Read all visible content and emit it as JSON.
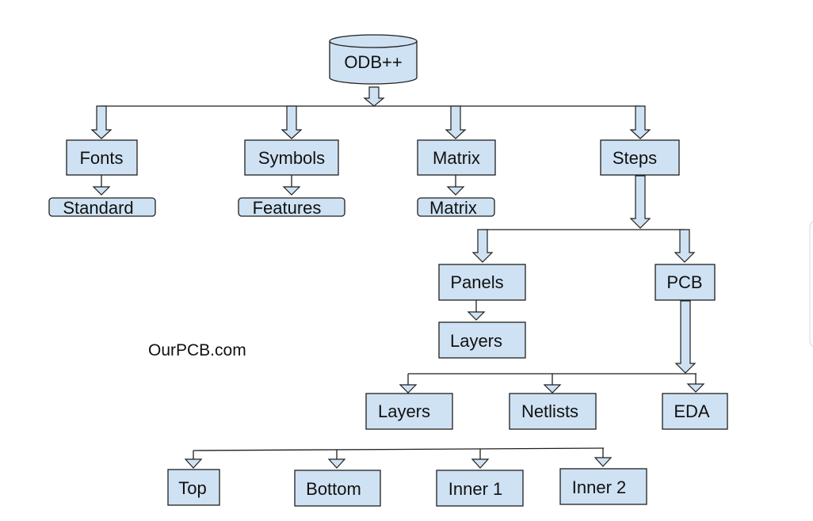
{
  "diagram": {
    "root": {
      "label": "ODB++"
    },
    "level1": [
      {
        "label": "Fonts",
        "child": "Standard"
      },
      {
        "label": "Symbols",
        "child": "Features"
      },
      {
        "label": "Matrix",
        "child": "Matrix"
      },
      {
        "label": "Steps"
      }
    ],
    "steps_children": {
      "panels": "Panels",
      "panels_child": "Layers",
      "pcb": "PCB"
    },
    "pcb_children": [
      "Layers",
      "Netlists",
      "EDA"
    ],
    "layers_children": [
      "Top",
      "Bottom",
      "Inner 1",
      "Inner 2"
    ],
    "watermark": "OurPCB.com"
  }
}
